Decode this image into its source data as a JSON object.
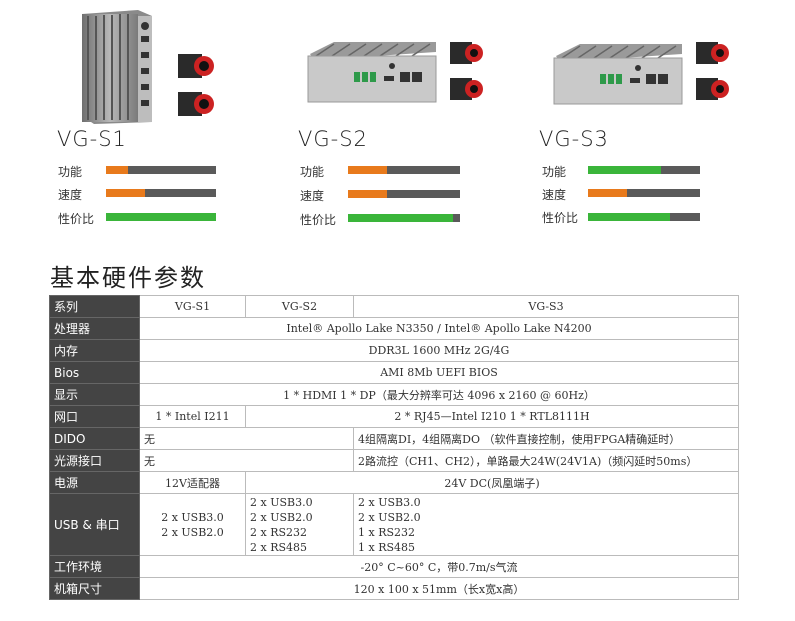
{
  "colors": {
    "orange": "#e87a1c",
    "green": "#3ab53a",
    "bar_bg": "#5a5a5a",
    "label_bg": "#444444"
  },
  "products": [
    {
      "model": "VG-S1",
      "metrics": [
        {
          "label": "功能",
          "fill": 0.2,
          "color": "orange"
        },
        {
          "label": "速度",
          "fill": 0.35,
          "color": "orange"
        },
        {
          "label": "性价比",
          "fill": 1.0,
          "color": "green"
        }
      ]
    },
    {
      "model": "VG-S2",
      "metrics": [
        {
          "label": "功能",
          "fill": 0.35,
          "color": "orange"
        },
        {
          "label": "速度",
          "fill": 0.35,
          "color": "orange"
        },
        {
          "label": "性价比",
          "fill": 0.94,
          "color": "green"
        }
      ]
    },
    {
      "model": "VG-S3",
      "metrics": [
        {
          "label": "功能",
          "fill": 0.65,
          "color": "green"
        },
        {
          "label": "速度",
          "fill": 0.35,
          "color": "orange"
        },
        {
          "label": "性价比",
          "fill": 0.73,
          "color": "green"
        }
      ]
    }
  ],
  "section_title": "基本硬件参数",
  "table": {
    "header": {
      "label": "系列",
      "s1": "VG-S1",
      "s2": "VG-S2",
      "s3": "VG-S3"
    },
    "cpu": {
      "label": "处理器",
      "value": "Intel® Apollo Lake N3350 / Intel® Apollo Lake N4200"
    },
    "memory": {
      "label": "内存",
      "value": "DDR3L 1600 MHz   2G/4G"
    },
    "bios": {
      "label": "Bios",
      "value": "AMI 8Mb UEFI BIOS"
    },
    "display": {
      "label": "显示",
      "value": "1 * HDMI   1 * DP（最大分辨率可达 4096 x 2160 @ 60Hz）"
    },
    "network": {
      "label": "网口",
      "s1": "1 * Intel I211",
      "s23": "2 * RJ45—Intel I210   1 * RTL8111H"
    },
    "dido": {
      "label": "DIDO",
      "s12": "无",
      "s3": "4组隔离DI，4组隔离DO （软件直接控制，使用FPGA精确延时）"
    },
    "light": {
      "label": "光源接口",
      "s12": "无",
      "s3": "2路流控（CH1、CH2），单路最大24W(24V1A)（频闪延时50ms）"
    },
    "power": {
      "label": "电源",
      "s1": "12V适配器",
      "s23": "24V DC(凤凰端子)"
    },
    "usb": {
      "label": "USB & 串口",
      "s1": [
        "2 x USB3.0",
        "2 x USB2.0"
      ],
      "s2": [
        "2 x USB3.0",
        "2 x USB2.0",
        "2 x RS232",
        "2 x RS485"
      ],
      "s3": [
        "2 x USB3.0",
        "2 x USB2.0",
        "1 x RS232",
        "1 x RS485"
      ]
    },
    "env": {
      "label": "工作环境",
      "value": "-20° C~60° C，带0.7m/s气流"
    },
    "size": {
      "label": "机箱尺寸",
      "value": "120 x 100 x 51mm（长x宽x高）"
    }
  }
}
